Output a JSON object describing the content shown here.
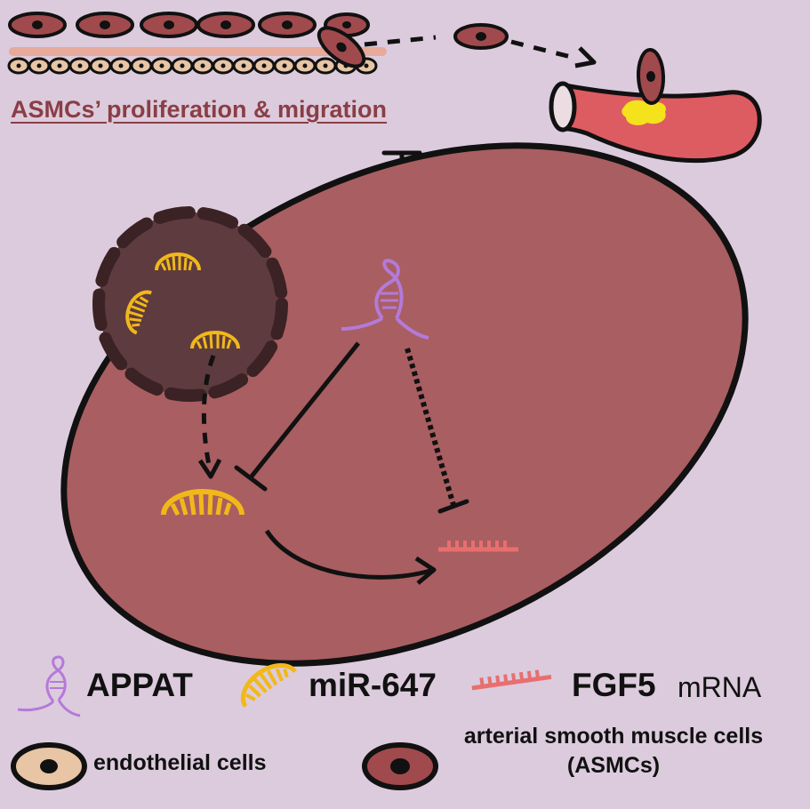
{
  "title": "ASMCs’ proliferation & migration",
  "legend": {
    "appat": "APPAT",
    "mir": "miR-647",
    "fgf5": "FGF5",
    "mrna": "mRNA",
    "endothelial": "endothelial cells",
    "asmc": "arterial smooth muscle cells (ASMCs)"
  },
  "colors": {
    "background": "#dccbdd",
    "cell": "#a95e61",
    "nucleus": "#5e3b3e",
    "appat": "#b47ad9",
    "mir": "#f1b81a",
    "fgf5": "#e86f6f",
    "vessel": "#dd5c62",
    "endothelial": "#e8c5a5",
    "asmc_cell": "#a04a4d"
  }
}
